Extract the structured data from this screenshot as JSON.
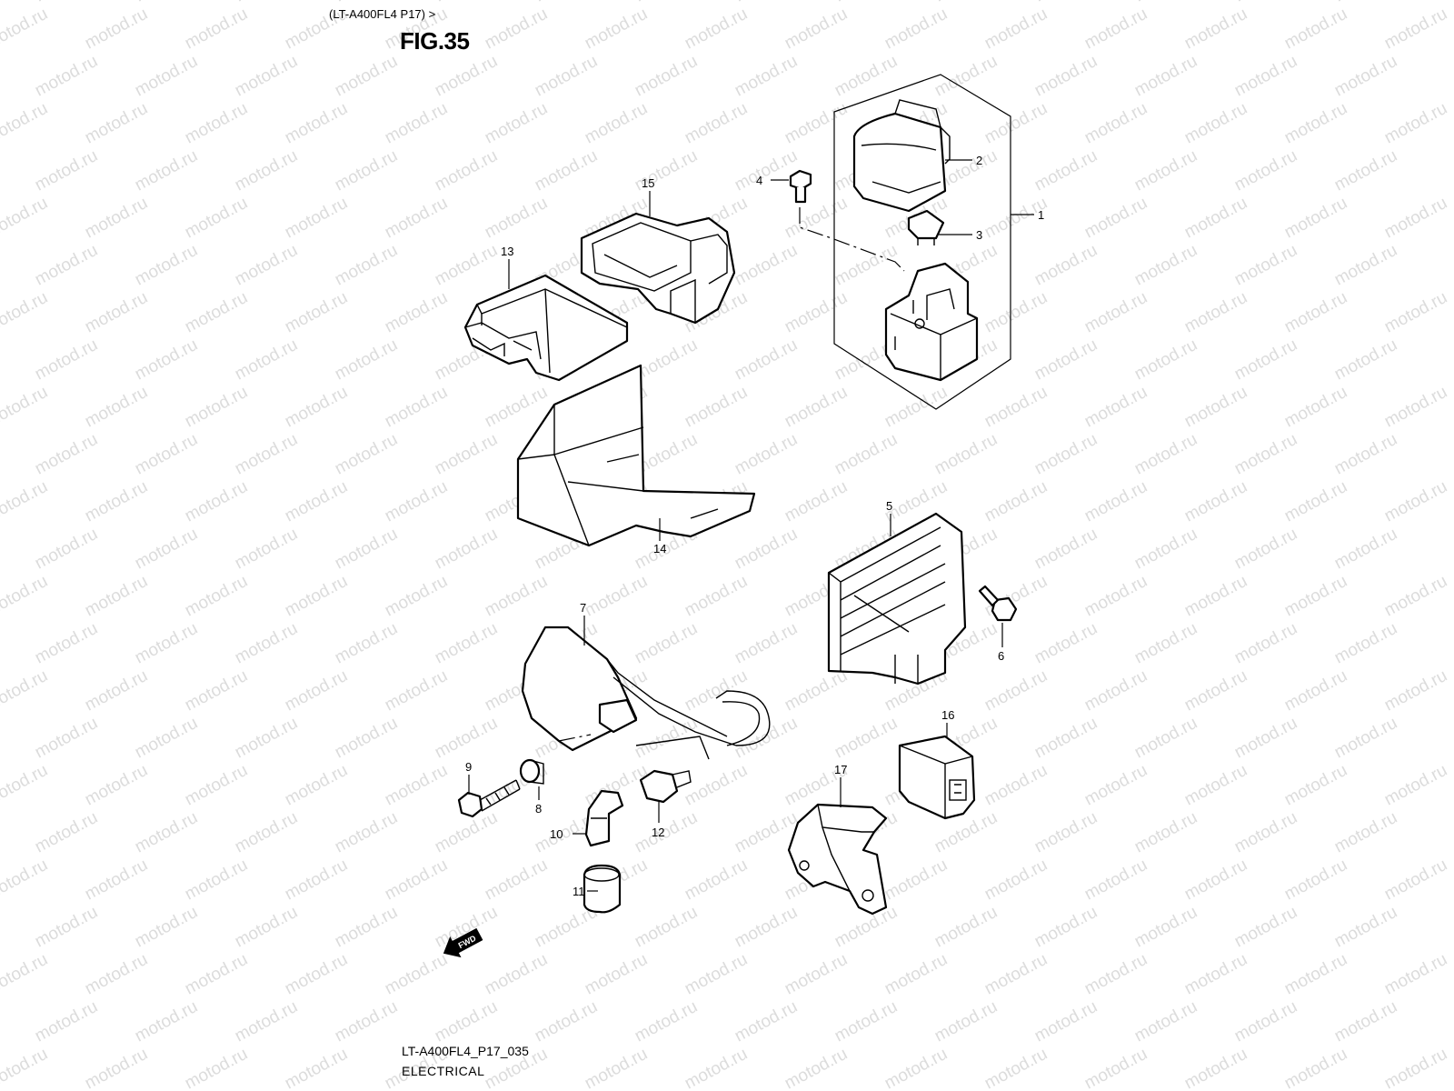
{
  "watermark": {
    "text": "motod.ru"
  },
  "header": {
    "model_ref": "(LT-A400FL4 P17) >",
    "figure": "FIG.35"
  },
  "footer": {
    "drawing_code": "LT-A400FL4_P17_035",
    "section_title": "ELECTRICAL"
  },
  "callouts": [
    "1",
    "2",
    "3",
    "4",
    "5",
    "6",
    "7",
    "8",
    "9",
    "10",
    "11",
    "12",
    "13",
    "14",
    "15",
    "16",
    "17"
  ],
  "direction_badge": {
    "text": "FWD"
  }
}
